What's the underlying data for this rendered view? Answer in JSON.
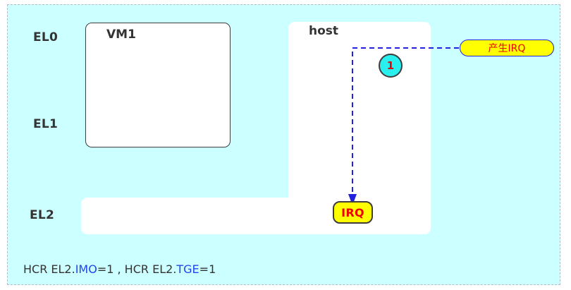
{
  "figure": {
    "background_color": "#ccffff",
    "frame_border_color": "#b9b9c9"
  },
  "exception_levels": [
    {
      "id": "el0",
      "label": "EL0"
    },
    {
      "id": "el1",
      "label": "EL1"
    },
    {
      "id": "el2",
      "label": "EL2"
    }
  ],
  "boxes": {
    "vm1": {
      "label": "VM1"
    },
    "host": {
      "label": "host"
    }
  },
  "markers": {
    "step_one": {
      "label": "1",
      "fill_color": "#29efef",
      "text_color": "#ee0000"
    }
  },
  "nodes": {
    "generate_irq": {
      "label": "产生IRQ",
      "fill_color": "#ffff00",
      "border_color": "#2222dd",
      "text_color": "#ee0000"
    },
    "irq": {
      "label": "IRQ",
      "fill_color": "#ffff00",
      "border_color": "#3d3d3d",
      "text_color": "#ee0000"
    }
  },
  "connector": {
    "color": "#2222dd",
    "style": "dashed",
    "arrow_direction": "down"
  },
  "register_note": {
    "prefix_1": "HCR EL2.",
    "field_1": "IMO",
    "value_1": "=1 , ",
    "prefix_2": "HCR EL2.",
    "field_2": "TGE",
    "value_2": "=1",
    "highlight_color": "#2244ee"
  }
}
